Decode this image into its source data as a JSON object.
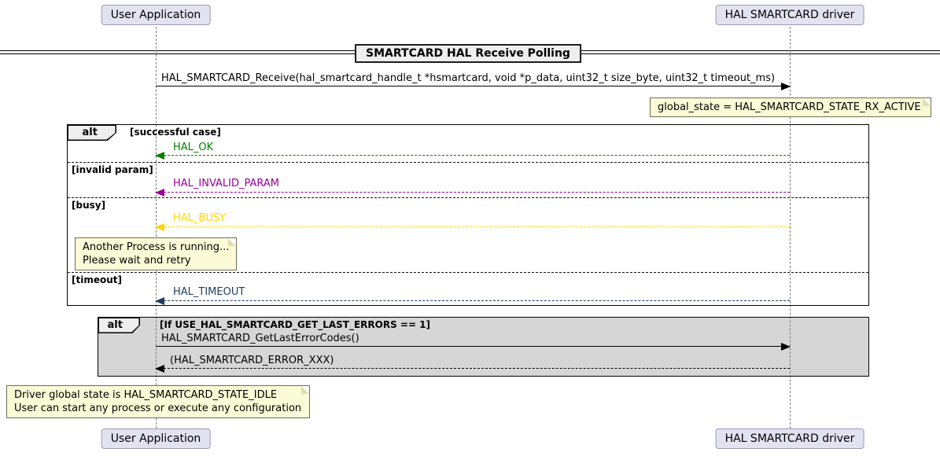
{
  "diagram": {
    "title": "SMARTCARD HAL Receive Polling",
    "participants": {
      "left": "User Application",
      "right": "HAL SMARTCARD driver"
    },
    "colors": {
      "ok": "#008000",
      "invalid": "#990099",
      "busy": "#FFD700",
      "timeout": "#1F3D63",
      "note-bg": "#FBFBD7",
      "participant-bg": "#E2E2F0",
      "participant-border": "#9A9AB8",
      "alt2-bg": "#D6D6D6",
      "frame-label-bg": "#EEEEEE"
    },
    "messages": {
      "receive": "HAL_SMARTCARD_Receive(hal_smartcard_handle_t *hsmartcard, void *p_data, uint32_t size_byte, uint32_t timeout_ms)",
      "ok": "HAL_OK",
      "invalid": "HAL_INVALID_PARAM",
      "busy": "HAL_BUSY",
      "timeout": "HAL_TIMEOUT",
      "get_last_errors": "HAL_SMARTCARD_GetLastErrorCodes()",
      "error_codes": "(HAL_SMARTCARD_ERROR_XXX)"
    },
    "alt1": {
      "label": "alt",
      "cases": {
        "successful": "[successful case]",
        "invalid": "[invalid param]",
        "busy": "[busy]",
        "timeout": "[timeout]"
      }
    },
    "alt2": {
      "label": "alt",
      "condition": "[If USE_HAL_SMARTCARD_GET_LAST_ERRORS == 1]"
    },
    "notes": {
      "rx_active": "global_state = HAL_SMARTCARD_STATE_RX_ACTIVE",
      "busy": {
        "line1": "Another Process is running...",
        "line2": "Please wait and retry"
      },
      "idle": {
        "line1": "Driver global state is HAL_SMARTCARD_STATE_IDLE",
        "line2": "User can start any process or execute any configuration"
      }
    }
  }
}
